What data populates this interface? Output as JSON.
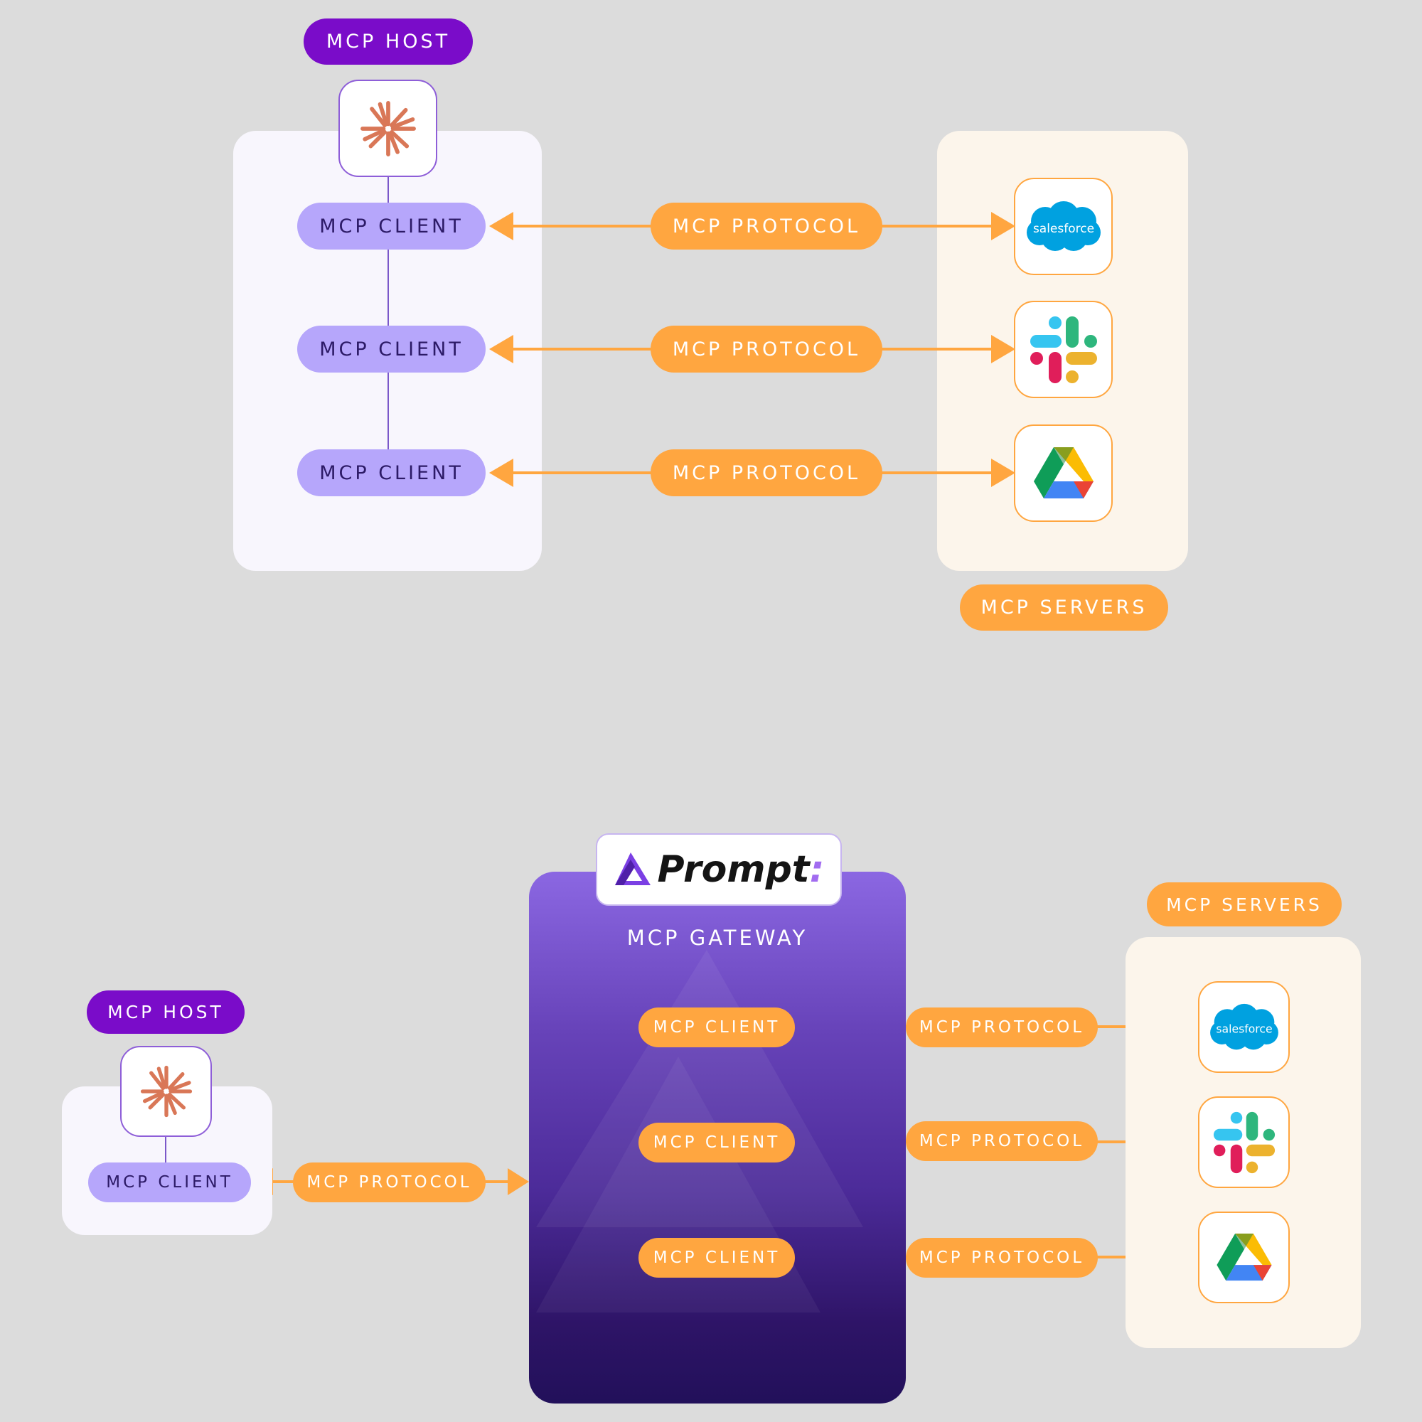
{
  "top": {
    "host_label": "MCP HOST",
    "client_labels": [
      "MCP CLIENT",
      "MCP CLIENT",
      "MCP CLIENT"
    ],
    "protocol_labels": [
      "MCP PROTOCOL",
      "MCP PROTOCOL",
      "MCP PROTOCOL"
    ],
    "servers_label": "MCP SERVERS",
    "servers": [
      {
        "name": "salesforce",
        "icon": "salesforce-logo"
      },
      {
        "name": "slack",
        "icon": "slack-logo"
      },
      {
        "name": "google-drive",
        "icon": "google-drive-logo"
      }
    ]
  },
  "bottom": {
    "host_label": "MCP HOST",
    "host_client_label": "MCP CLIENT",
    "host_protocol_label": "MCP PROTOCOL",
    "gateway_brand": "Prompt",
    "gateway_brand_suffix": ":",
    "gateway_title": "MCP GATEWAY",
    "gateway_client_labels": [
      "MCP CLIENT",
      "MCP CLIENT",
      "MCP CLIENT"
    ],
    "protocol_labels": [
      "MCP PROTOCOL",
      "MCP PROTOCOL",
      "MCP PROTOCOL"
    ],
    "servers_label": "MCP SERVERS",
    "servers": [
      {
        "name": "salesforce",
        "icon": "salesforce-logo"
      },
      {
        "name": "slack",
        "icon": "slack-logo"
      },
      {
        "name": "google-drive",
        "icon": "google-drive-logo"
      }
    ]
  },
  "colors": {
    "background": "#dcdcdc",
    "host_purple": "#7a0cc9",
    "client_lavender": "#b6a6fb",
    "protocol_orange": "#ffa640",
    "claude_orange": "#d97757",
    "salesforce_blue": "#00a1e0"
  }
}
